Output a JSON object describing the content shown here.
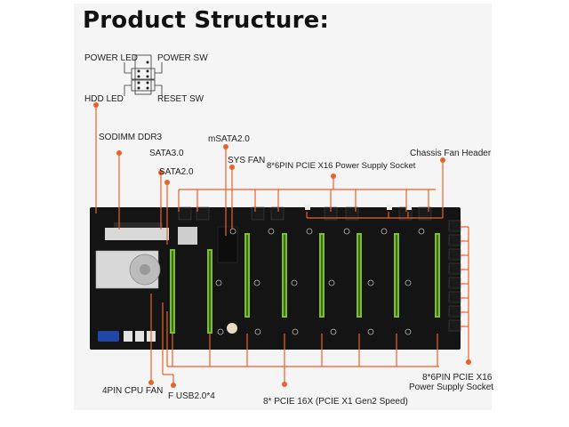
{
  "title": "Product Structure:",
  "colors": {
    "leader_line": "#e8622a",
    "pcb": "#121212",
    "pcie_slot": "#7bbf2a",
    "panel_bg": "#f5f5f5"
  },
  "front_panel_header": {
    "labels": {
      "power_led": "POWER LED",
      "power_sw": "POWER SW",
      "hdd_led": "HDD  LED",
      "reset_sw": "RESET SW"
    }
  },
  "callouts": {
    "sodimm": "SODIMM DDR3",
    "msata": "mSATA2.0",
    "sata3": "SATA3.0",
    "sys_fan": "SYS FAN",
    "sata2": "SATA2.0",
    "pcie_power_top": "8*6PIN PCIE X16 Power Supply Socket",
    "chassis_fan": "Chassis Fan Header",
    "cpu_fan": "4PIN CPU FAN",
    "usb": "F USB2.0*4",
    "pcie_slots": "8* PCIE 16X (PCIE X1 Gen2 Speed)",
    "pcie_power_right_line1": "8*6PIN PCIE X16",
    "pcie_power_right_line2": "Power Supply Socket"
  }
}
